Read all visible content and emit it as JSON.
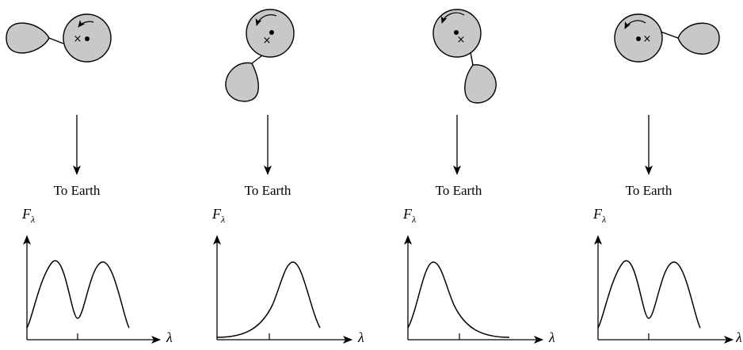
{
  "panels": [
    {
      "to_label": "To Earth",
      "y_label": "F",
      "y_sub": "λ",
      "x_label": "λ"
    },
    {
      "to_label": "To Earth",
      "y_label": "F",
      "y_sub": "λ",
      "x_label": "λ"
    },
    {
      "to_label": "To Earth",
      "y_label": "F",
      "y_sub": "λ",
      "x_label": "λ"
    },
    {
      "to_label": "To Earth",
      "y_label": "F",
      "y_sub": "λ",
      "x_label": "λ"
    }
  ],
  "colors": {
    "star_fill": "#c8c8c8",
    "line": "#000000"
  }
}
